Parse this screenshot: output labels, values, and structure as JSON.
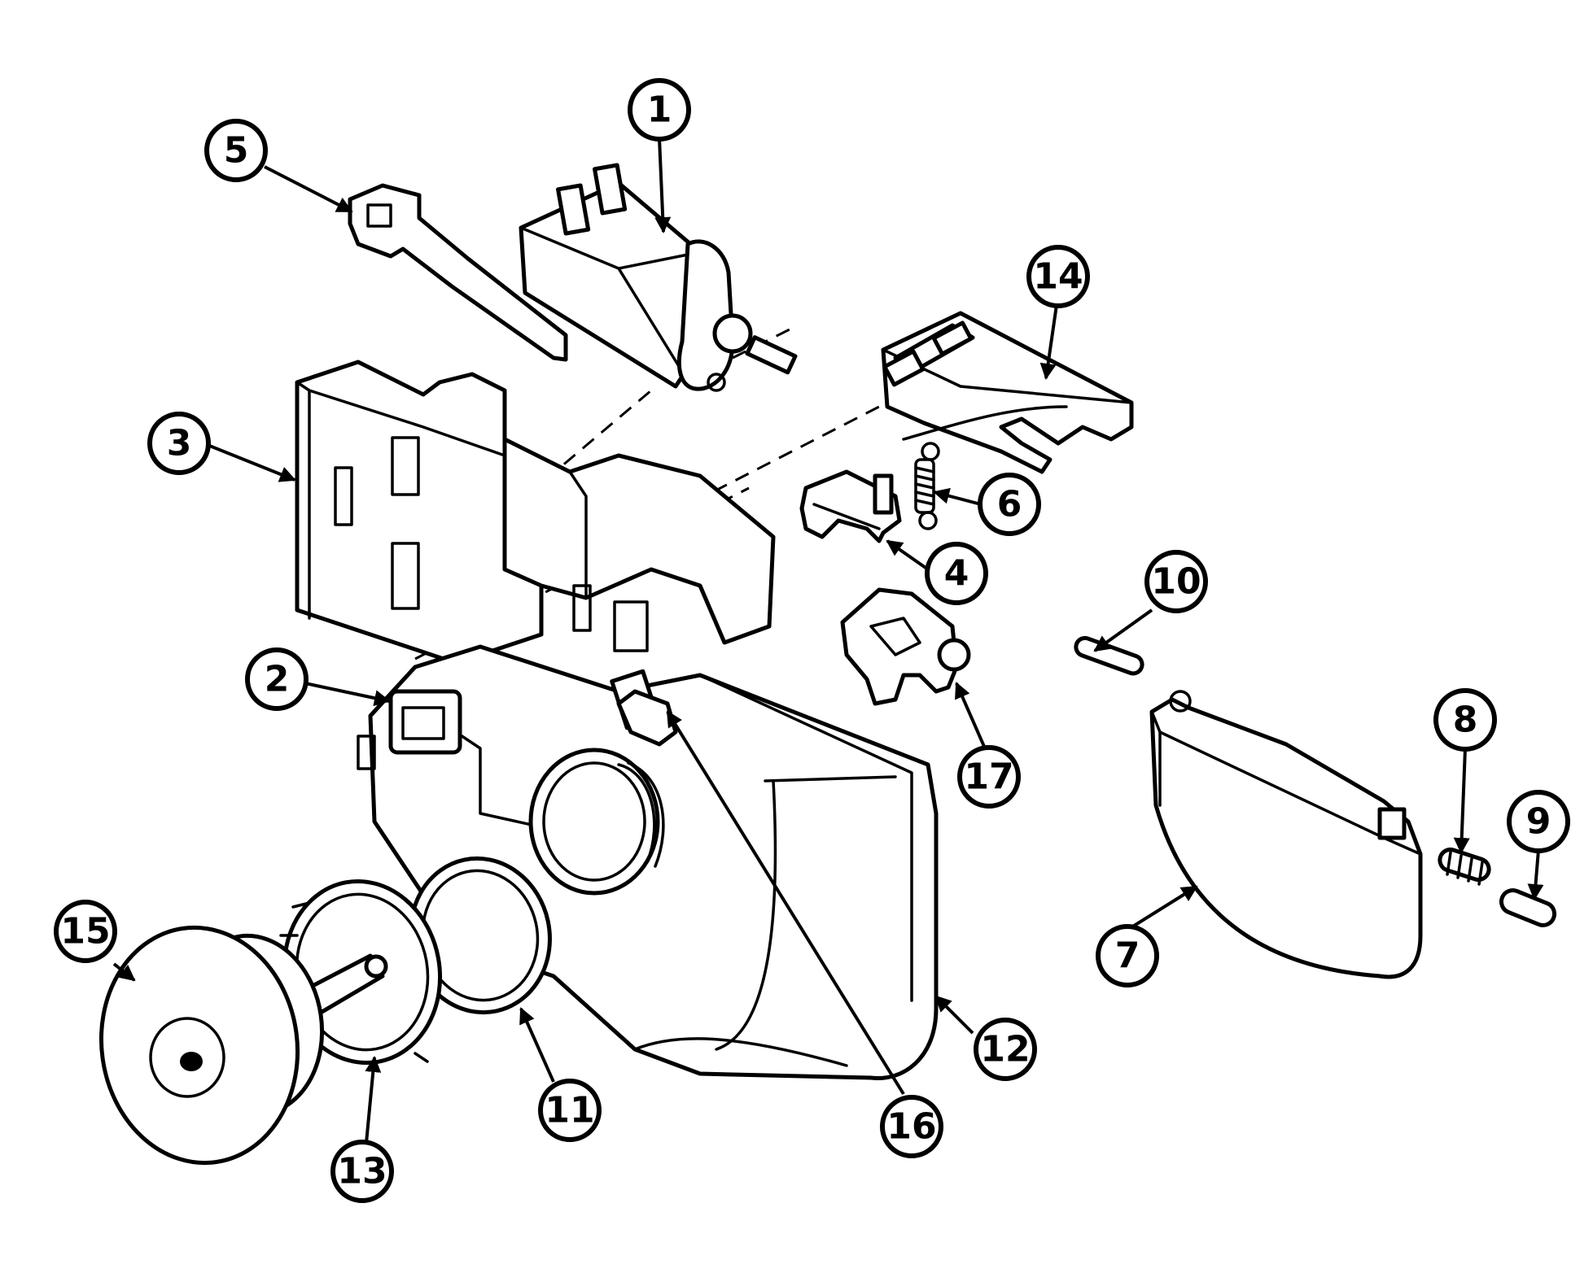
{
  "callouts": [
    {
      "number": "1"
    },
    {
      "number": "2"
    },
    {
      "number": "3"
    },
    {
      "number": "4"
    },
    {
      "number": "5"
    },
    {
      "number": "6"
    },
    {
      "number": "7"
    },
    {
      "number": "8"
    },
    {
      "number": "9"
    },
    {
      "number": "10"
    },
    {
      "number": "11"
    },
    {
      "number": "12"
    },
    {
      "number": "13"
    },
    {
      "number": "14"
    },
    {
      "number": "15"
    },
    {
      "number": "16"
    },
    {
      "number": "17"
    }
  ]
}
